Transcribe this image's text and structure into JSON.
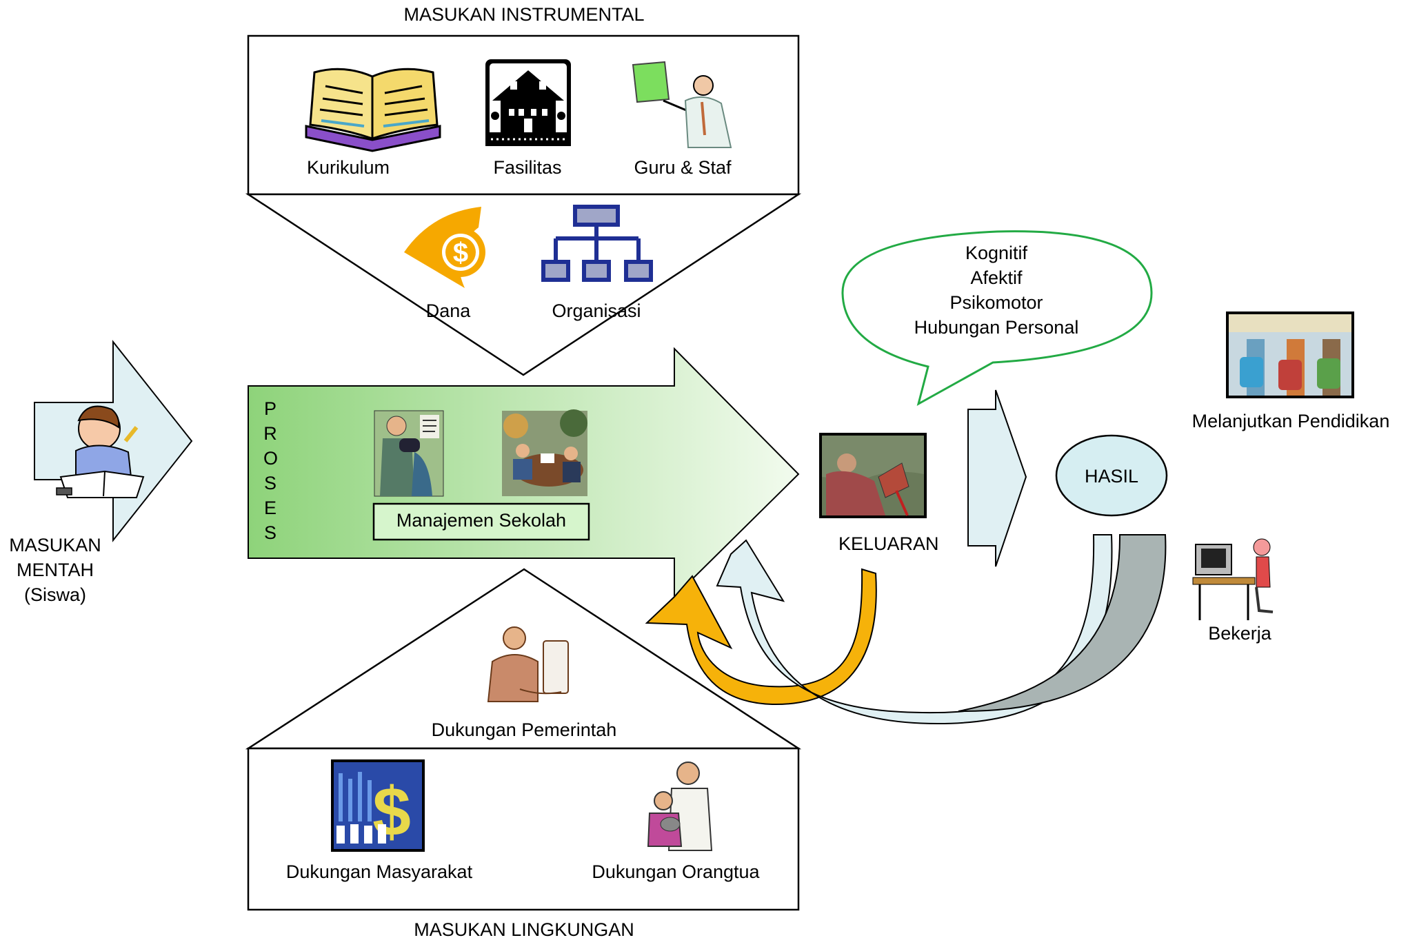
{
  "diagram": {
    "masukan_instrumental": {
      "title": "MASUKAN INSTRUMENTAL",
      "items": [
        "Kurikulum",
        "Fasilitas",
        "Guru & Staf",
        "Dana",
        "Organisasi"
      ]
    },
    "masukan_mentah": {
      "line1": "MASUKAN",
      "line2": "MENTAH",
      "line3": "(Siswa)"
    },
    "proses": {
      "letters": [
        "P",
        "R",
        "O",
        "S",
        "E",
        "S"
      ],
      "box_label": "Manajemen Sekolah"
    },
    "keluaran": {
      "label": "KELUARAN"
    },
    "speech": {
      "lines": [
        "Kognitif",
        "Afektif",
        "Psikomotor",
        "Hubungan Personal"
      ]
    },
    "hasil": {
      "label": "HASIL"
    },
    "outcomes": {
      "melanjutkan": "Melanjutkan Pendidikan",
      "bekerja": "Bekerja"
    },
    "masukan_lingkungan": {
      "title": "MASUKAN LINGKUNGAN",
      "pemerintah": "Dukungan Pemerintah",
      "masyarakat": "Dukungan Masyarakat",
      "orangtua": "Dukungan Orangtua"
    }
  },
  "colors": {
    "arrow_pale": "#e0f0f3",
    "proses_green_start": "#8ed37a",
    "proses_green_end": "#f2fbee",
    "hasil_fill": "#d6eef2",
    "speech_stroke": "#22aa44",
    "gold": "#f6b20a",
    "gold_dark": "#c99a06",
    "grey_arrow": "#a9b4b3",
    "org_blue": "#1f2f94",
    "dollar_gold": "#f6a800"
  },
  "icons": {
    "kurikulum": "open-book-icon",
    "fasilitas": "school-building-icon",
    "guru": "teacher-icon",
    "dana": "dollar-icon",
    "organisasi": "org-chart-icon",
    "siswa": "student-icon"
  }
}
